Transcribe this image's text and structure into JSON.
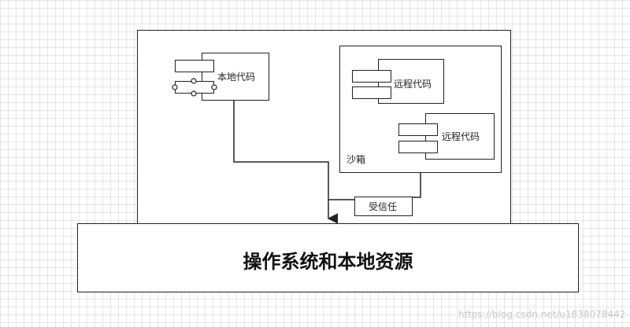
{
  "local_code_label": "本地代码",
  "remote_code_label_1": "远程代码",
  "remote_code_label_2": "远程代码",
  "sandbox_label": "沙箱",
  "trusted_label": "受信任",
  "os_resources_label": "操作系统和本地资源",
  "watermark": "https://blog.csdn.net/u1838078442"
}
